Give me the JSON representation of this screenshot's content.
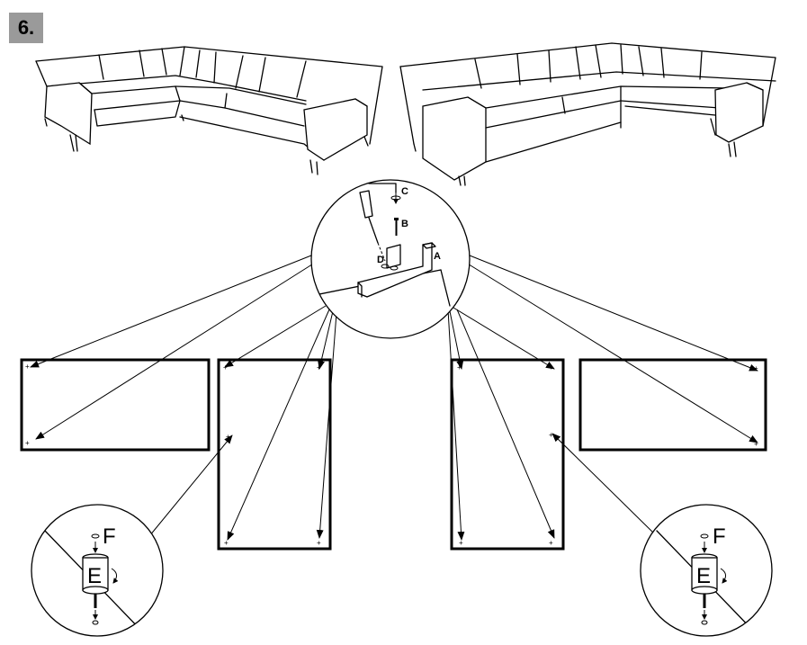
{
  "step": {
    "number": "6."
  },
  "detail_leg": {
    "labels": {
      "a": "A",
      "b": "B",
      "c": "C",
      "d": "D"
    }
  },
  "detail_foot_left": {
    "labels": {
      "e": "E",
      "f": "F"
    }
  },
  "detail_foot_right": {
    "labels": {
      "e": "E",
      "f": "F"
    }
  },
  "colors": {
    "badge": "#9a9a9a",
    "line": "#000000",
    "background": "#ffffff"
  }
}
